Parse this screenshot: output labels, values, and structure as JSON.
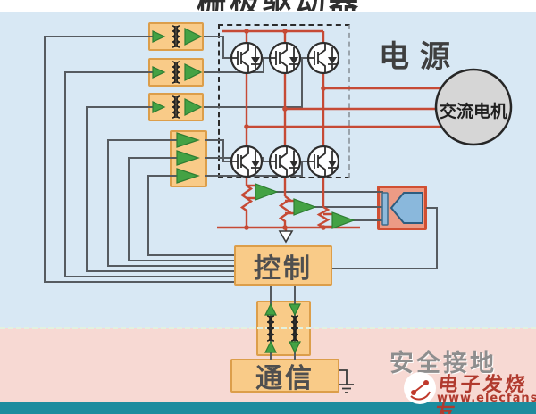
{
  "title": {
    "partial_top_text": "栅极驱动器"
  },
  "labels": {
    "power": "电源",
    "motor": "交流电机",
    "control": "控制",
    "communication": "通信",
    "safety_ground": "安全接地"
  },
  "watermark": {
    "brand": "电子发烧友",
    "site": "www.elecfans.com"
  },
  "colors": {
    "background_blue": "#d8e8f4",
    "background_pink": "#f7d9d3",
    "footer_teal": "#1d8c9e",
    "module_fill": "#f9cb88",
    "module_border": "#dc9e4a",
    "wire_red": "#c64a35",
    "wire_gray": "#565b60",
    "driver_green": "#44a244",
    "encoder_fill": "#ec9b85",
    "encoder_border": "#d14f32",
    "motor_fill": "#d6d6d6",
    "watermark_red": "#b03a2e"
  }
}
